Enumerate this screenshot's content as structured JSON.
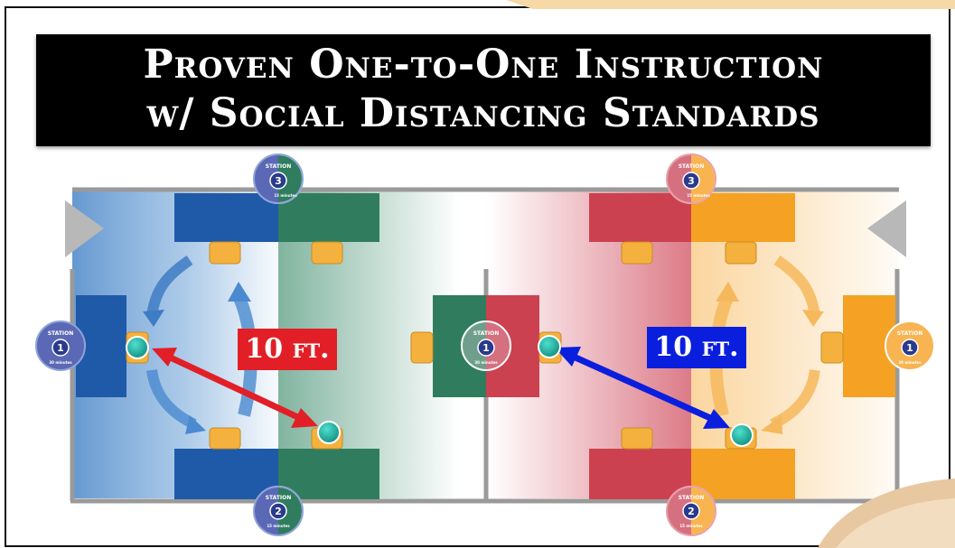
{
  "title": {
    "line1": "Proven One-to-One Instruction",
    "line2": "w/ Social Distancing Standards"
  },
  "distance_labels": {
    "left": "10 ft.",
    "right": "10 ft."
  },
  "stations": {
    "word": "STATION",
    "station1": {
      "number": "1",
      "time": "30 minutes"
    },
    "station2": {
      "number": "2",
      "time": "15 minutes"
    },
    "station3": {
      "number": "3",
      "time": "15 minutes"
    }
  },
  "colors": {
    "blue": "#1e5aa8",
    "green": "#2f7d5e",
    "red": "#cc4150",
    "orange": "#f5a124",
    "badge_blue": "#2a3a8c",
    "badge_red": "#b73a4a",
    "teal": "#1aa89a",
    "arrow_red": "#e21f26",
    "arrow_blue": "#0a1edd"
  }
}
